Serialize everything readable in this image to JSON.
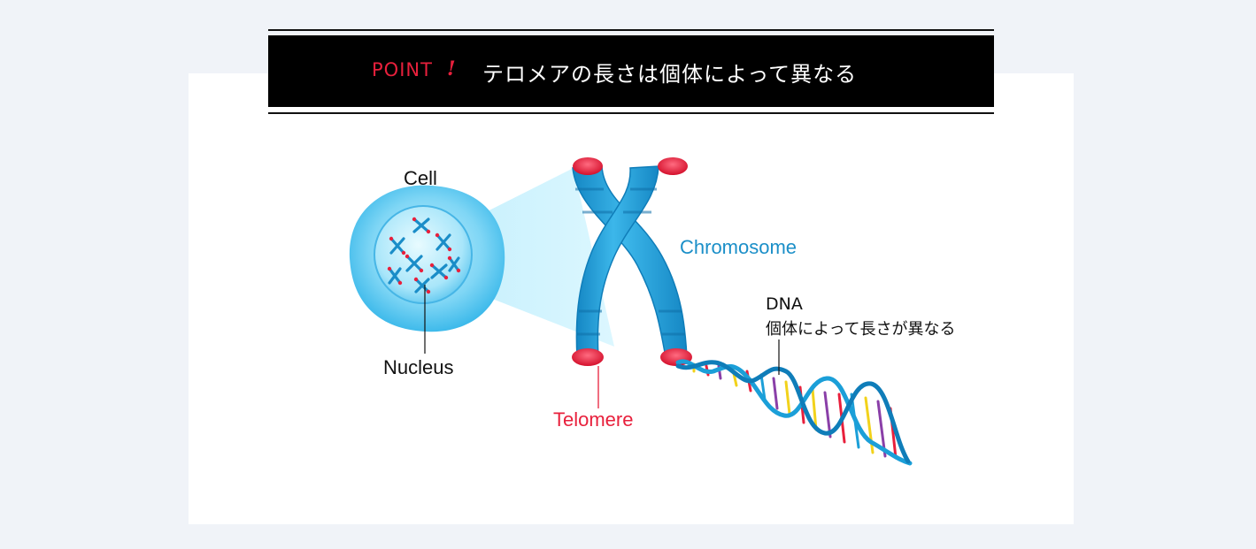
{
  "header": {
    "point_label": "POINT",
    "point_mark": "!",
    "title": "テロメアの長さは個体によって異なる"
  },
  "diagram": {
    "labels": {
      "cell": "Cell",
      "nucleus": "Nucleus",
      "chromosome": "Chromosome",
      "telomere": "Telomere",
      "dna": "DNA",
      "dna_note": "個体によって長さが異なる"
    },
    "colors": {
      "chromosome_blue": "#1b9fd8",
      "telomere_red": "#e8203c",
      "label_blue": "#1b8fc8",
      "label_red": "#e8203c",
      "cell_light": "#8fdcf7"
    }
  }
}
